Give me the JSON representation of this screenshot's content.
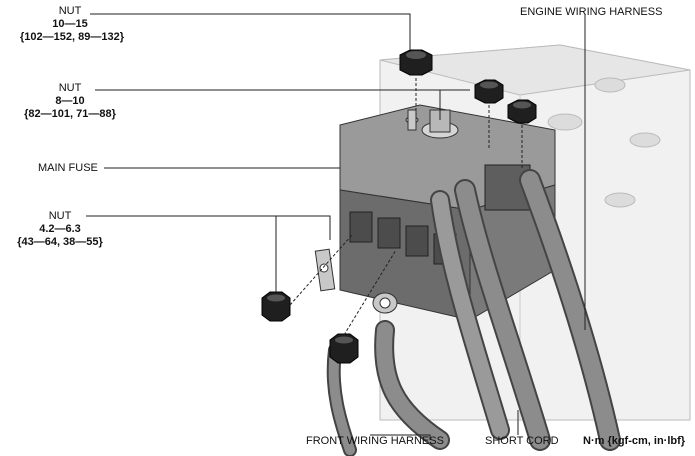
{
  "labels": {
    "nut_top": {
      "name": "NUT",
      "torque": "10—15",
      "alt": "{102—152, 89—132}"
    },
    "nut_mid": {
      "name": "NUT",
      "torque": "8—10",
      "alt": "{82—101, 71—88}"
    },
    "main_fuse": "MAIN FUSE",
    "nut_low": {
      "name": "NUT",
      "torque": "4.2—6.3",
      "alt": "{43—64, 38—55}"
    },
    "engine_harness": "ENGINE WIRING HARNESS",
    "front_harness": "FRONT WIRING HARNESS",
    "short_cord": "SHORT CORD",
    "units": "N·m {kgf-cm, in·lbf}"
  },
  "colors": {
    "line": "#222222",
    "battery_fill": "#ececec",
    "fuse_dark": "#5a5a5a",
    "cable": "#8a8a8a"
  }
}
